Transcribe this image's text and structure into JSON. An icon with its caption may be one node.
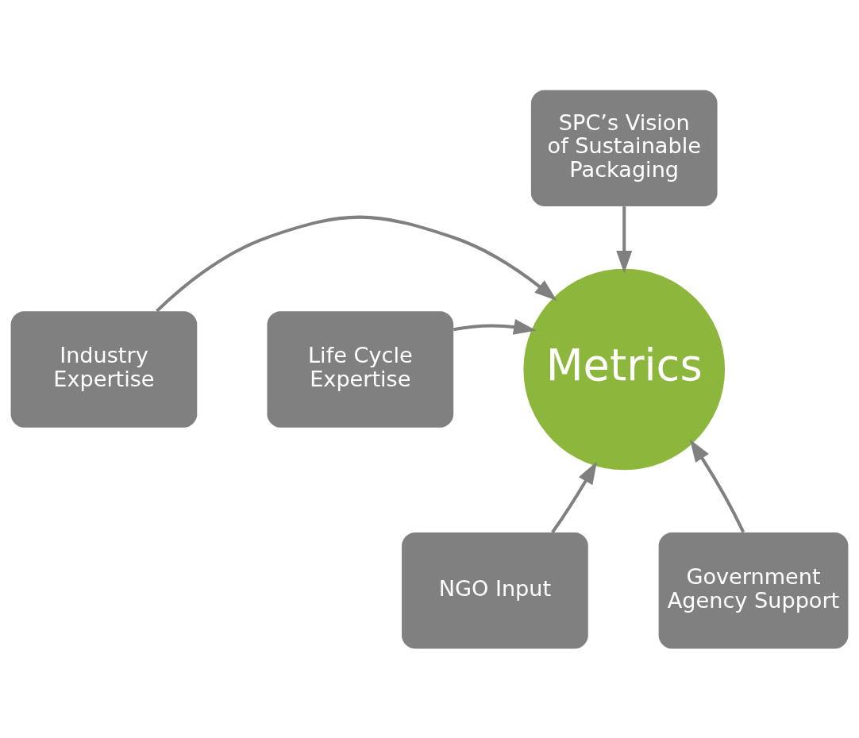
{
  "diagram": {
    "nodes": [
      {
        "text": [
          "SPC’s Vision of Sustainable Packaging"
        ]
      },
      {
        "text": [
          "Industry Expertise"
        ]
      },
      {
        "text": [
          "Life Cycle Expertise"
        ]
      },
      {
        "text": [
          "Metrics"
        ]
      },
      {
        "text": [
          "NGO Input"
        ]
      },
      {
        "text": [
          "Government Agency Support"
        ]
      }
    ],
    "edges": [
      {
        "from": 0,
        "to": 3,
        "arrow": "to"
      },
      {
        "from": 1,
        "to": 3,
        "arrow": "to"
      },
      {
        "from": 2,
        "to": 3,
        "arrow": "to"
      },
      {
        "from": 4,
        "to": 3,
        "arrow": "to"
      },
      {
        "from": 5,
        "to": 3,
        "arrow": "to"
      }
    ]
  }
}
